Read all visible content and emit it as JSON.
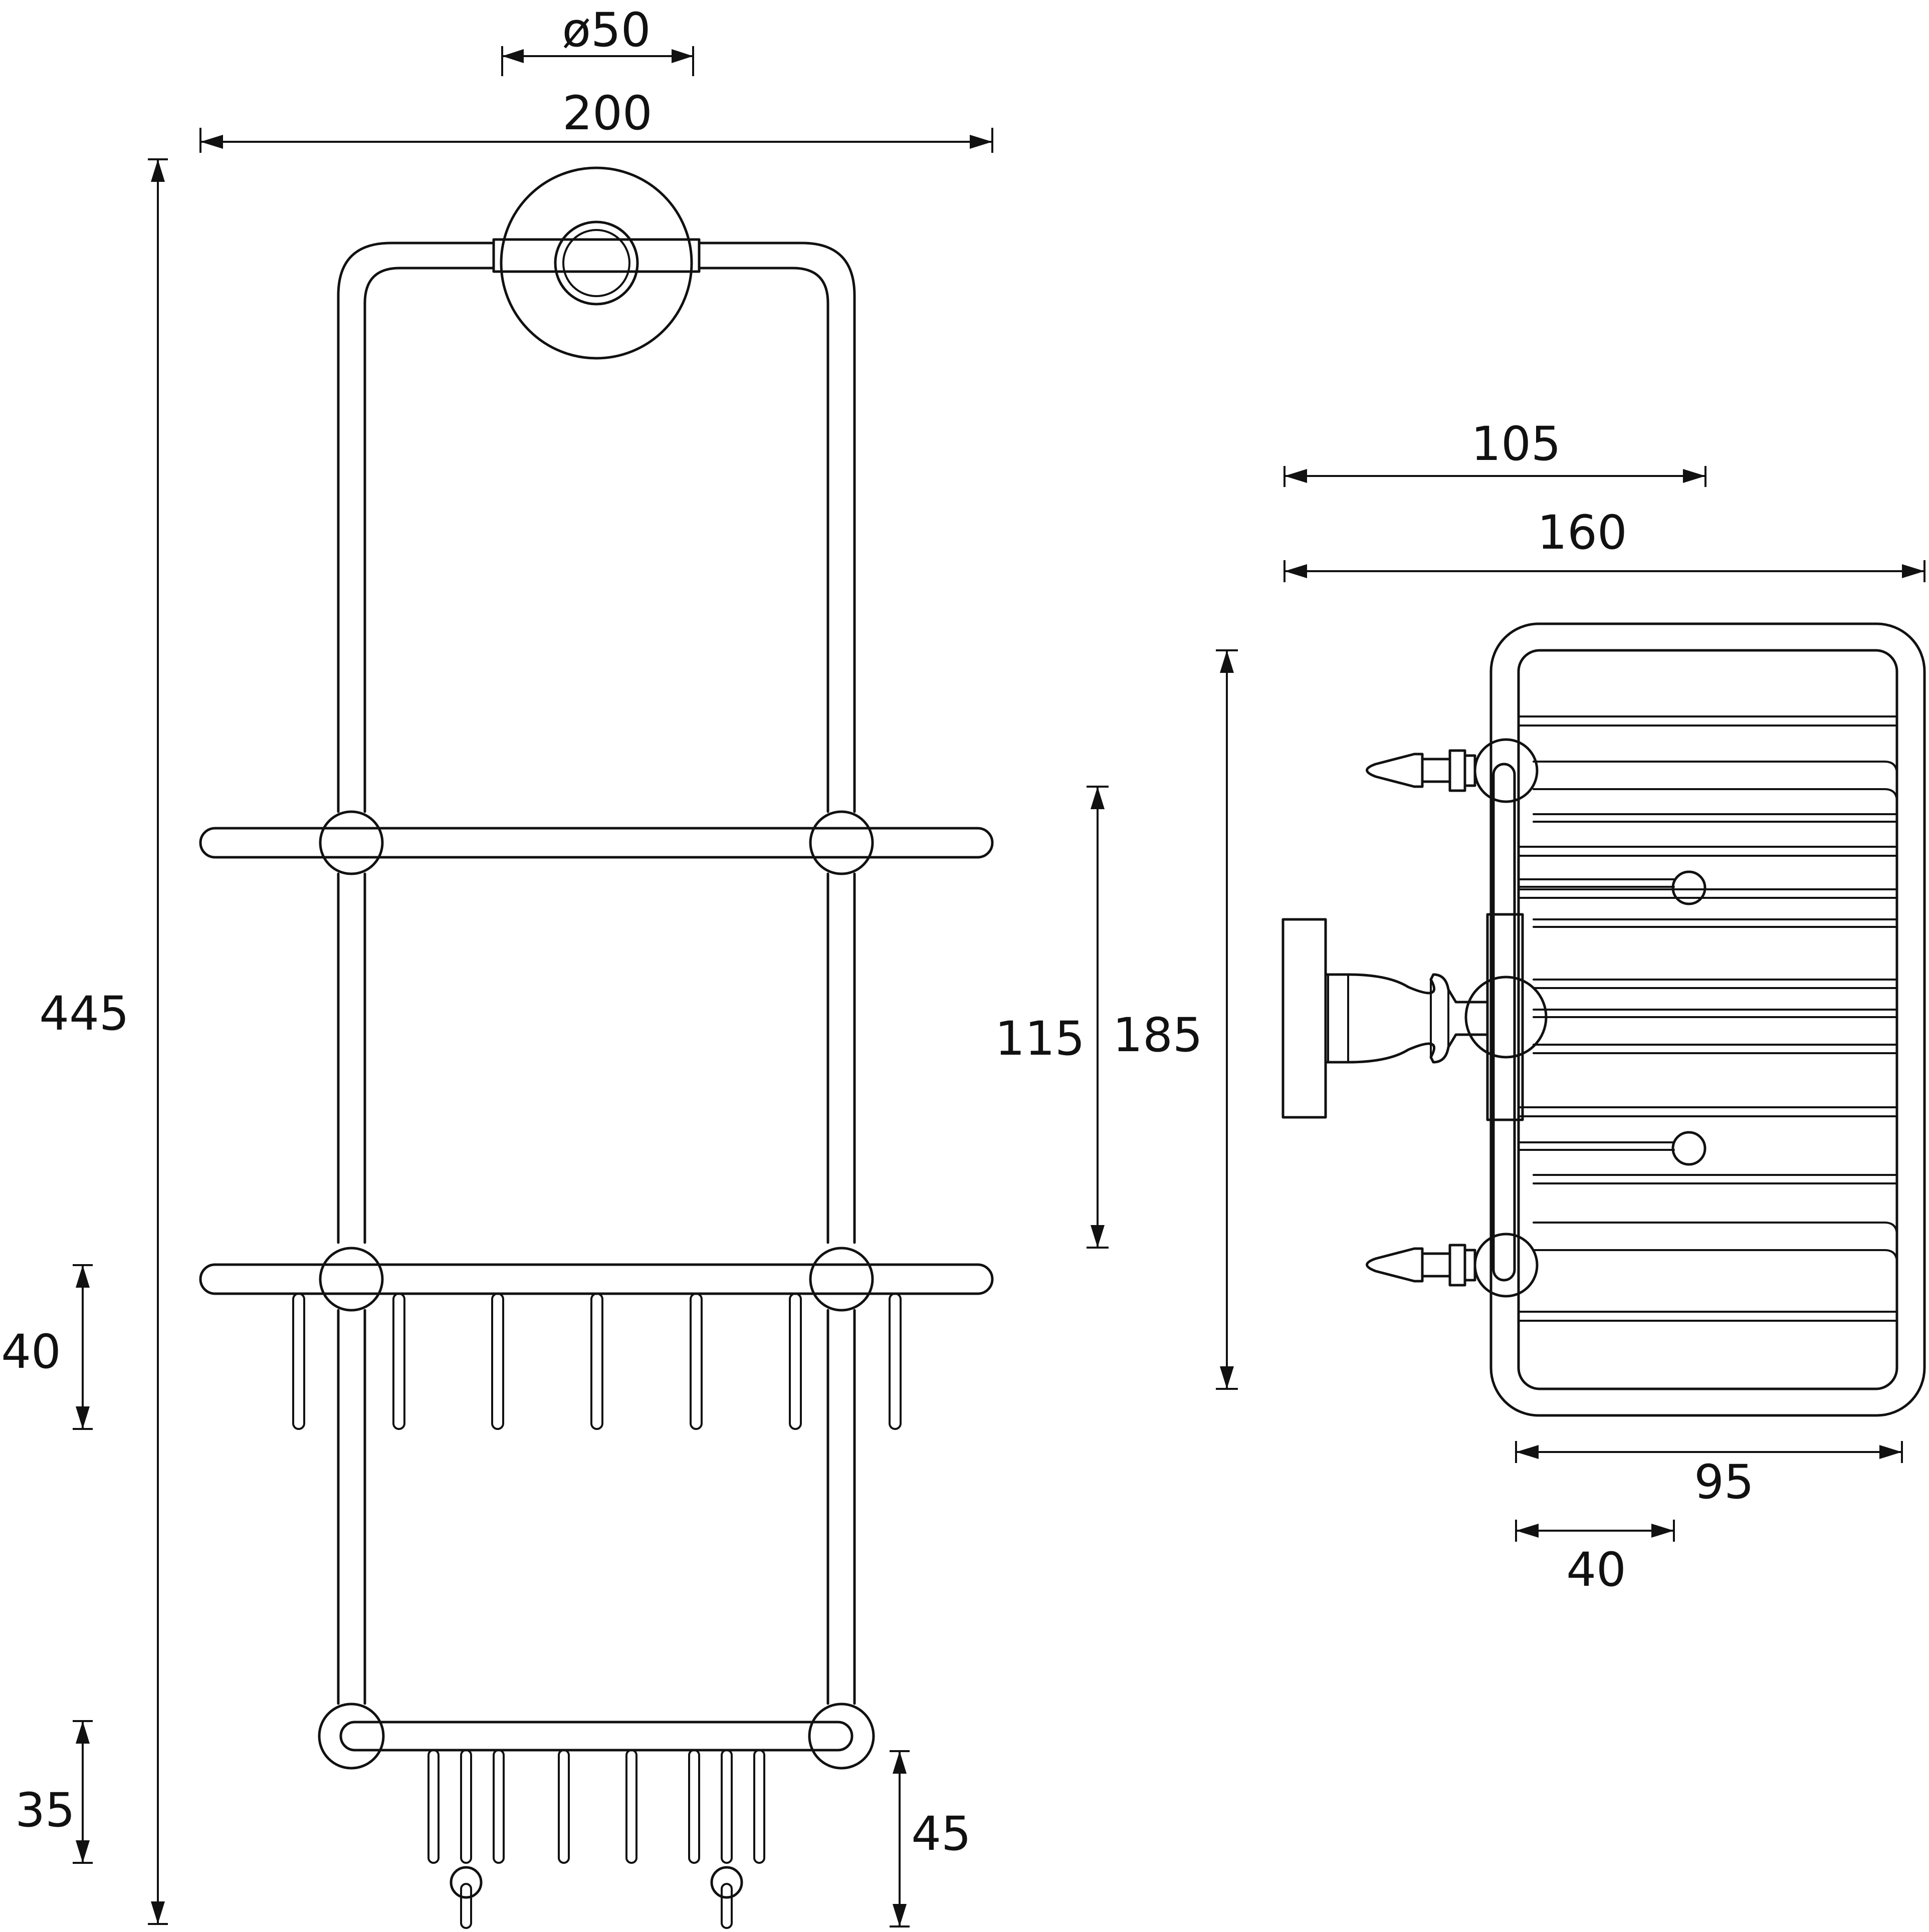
{
  "front_view": {
    "dimensions": {
      "rosette_diameter": "ø50",
      "overall_width": "200",
      "overall_height": "445",
      "hook_drop_upper": "40",
      "bottom_rail_height": "35",
      "hook_drop_lower": "45"
    }
  },
  "side_view": {
    "dimensions": {
      "projection_to_post": "105",
      "overall_depth": "160",
      "wall_bracket_spacing": "115",
      "overall_height": "185",
      "basket_depth": "95",
      "inner_offset": "40"
    }
  }
}
